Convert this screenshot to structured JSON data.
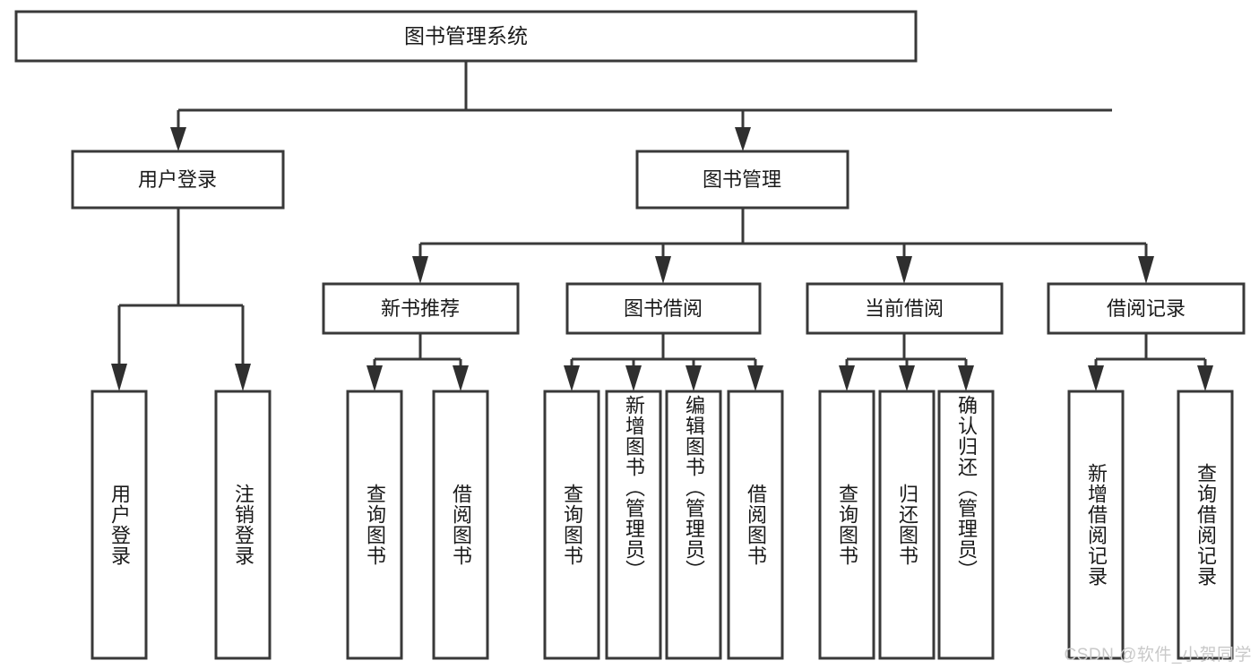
{
  "diagram": {
    "type": "tree-hierarchy",
    "title": "图书管理系统",
    "watermark": "CSDN @软件_小贺同学",
    "colors": {
      "box_stroke": "#393939",
      "box_fill": "#ffffff",
      "connector": "#393939",
      "text": "#1a1a1a",
      "watermark": "#c9c9c9",
      "background": "#ffffff"
    },
    "levels": {
      "root": {
        "label": "图书管理系统"
      },
      "level2": [
        {
          "label": "用户登录"
        },
        {
          "label": "图书管理"
        }
      ],
      "level3": [
        {
          "label": "新书推荐",
          "parent": "图书管理"
        },
        {
          "label": "图书借阅",
          "parent": "图书管理"
        },
        {
          "label": "当前借阅",
          "parent": "图书管理"
        },
        {
          "label": "借阅记录",
          "parent": "图书管理"
        }
      ],
      "leaves": [
        {
          "label": "用户登录",
          "parent": "用户登录"
        },
        {
          "label": "注销登录",
          "parent": "用户登录"
        },
        {
          "label": "查询图书",
          "parent": "新书推荐"
        },
        {
          "label": "借阅图书",
          "parent": "新书推荐"
        },
        {
          "label": "查询图书",
          "parent": "图书借阅"
        },
        {
          "label": "新增图书（管理员）",
          "parent": "图书借阅"
        },
        {
          "label": "编辑图书（管理员）",
          "parent": "图书借阅"
        },
        {
          "label": "借阅图书",
          "parent": "图书借阅"
        },
        {
          "label": "查询图书",
          "parent": "当前借阅"
        },
        {
          "label": "归还图书",
          "parent": "当前借阅"
        },
        {
          "label": "确认归还（管理员）",
          "parent": "当前借阅"
        },
        {
          "label": "新增借阅记录",
          "parent": "借阅记录"
        },
        {
          "label": "查询借阅记录",
          "parent": "借阅记录"
        }
      ]
    }
  }
}
